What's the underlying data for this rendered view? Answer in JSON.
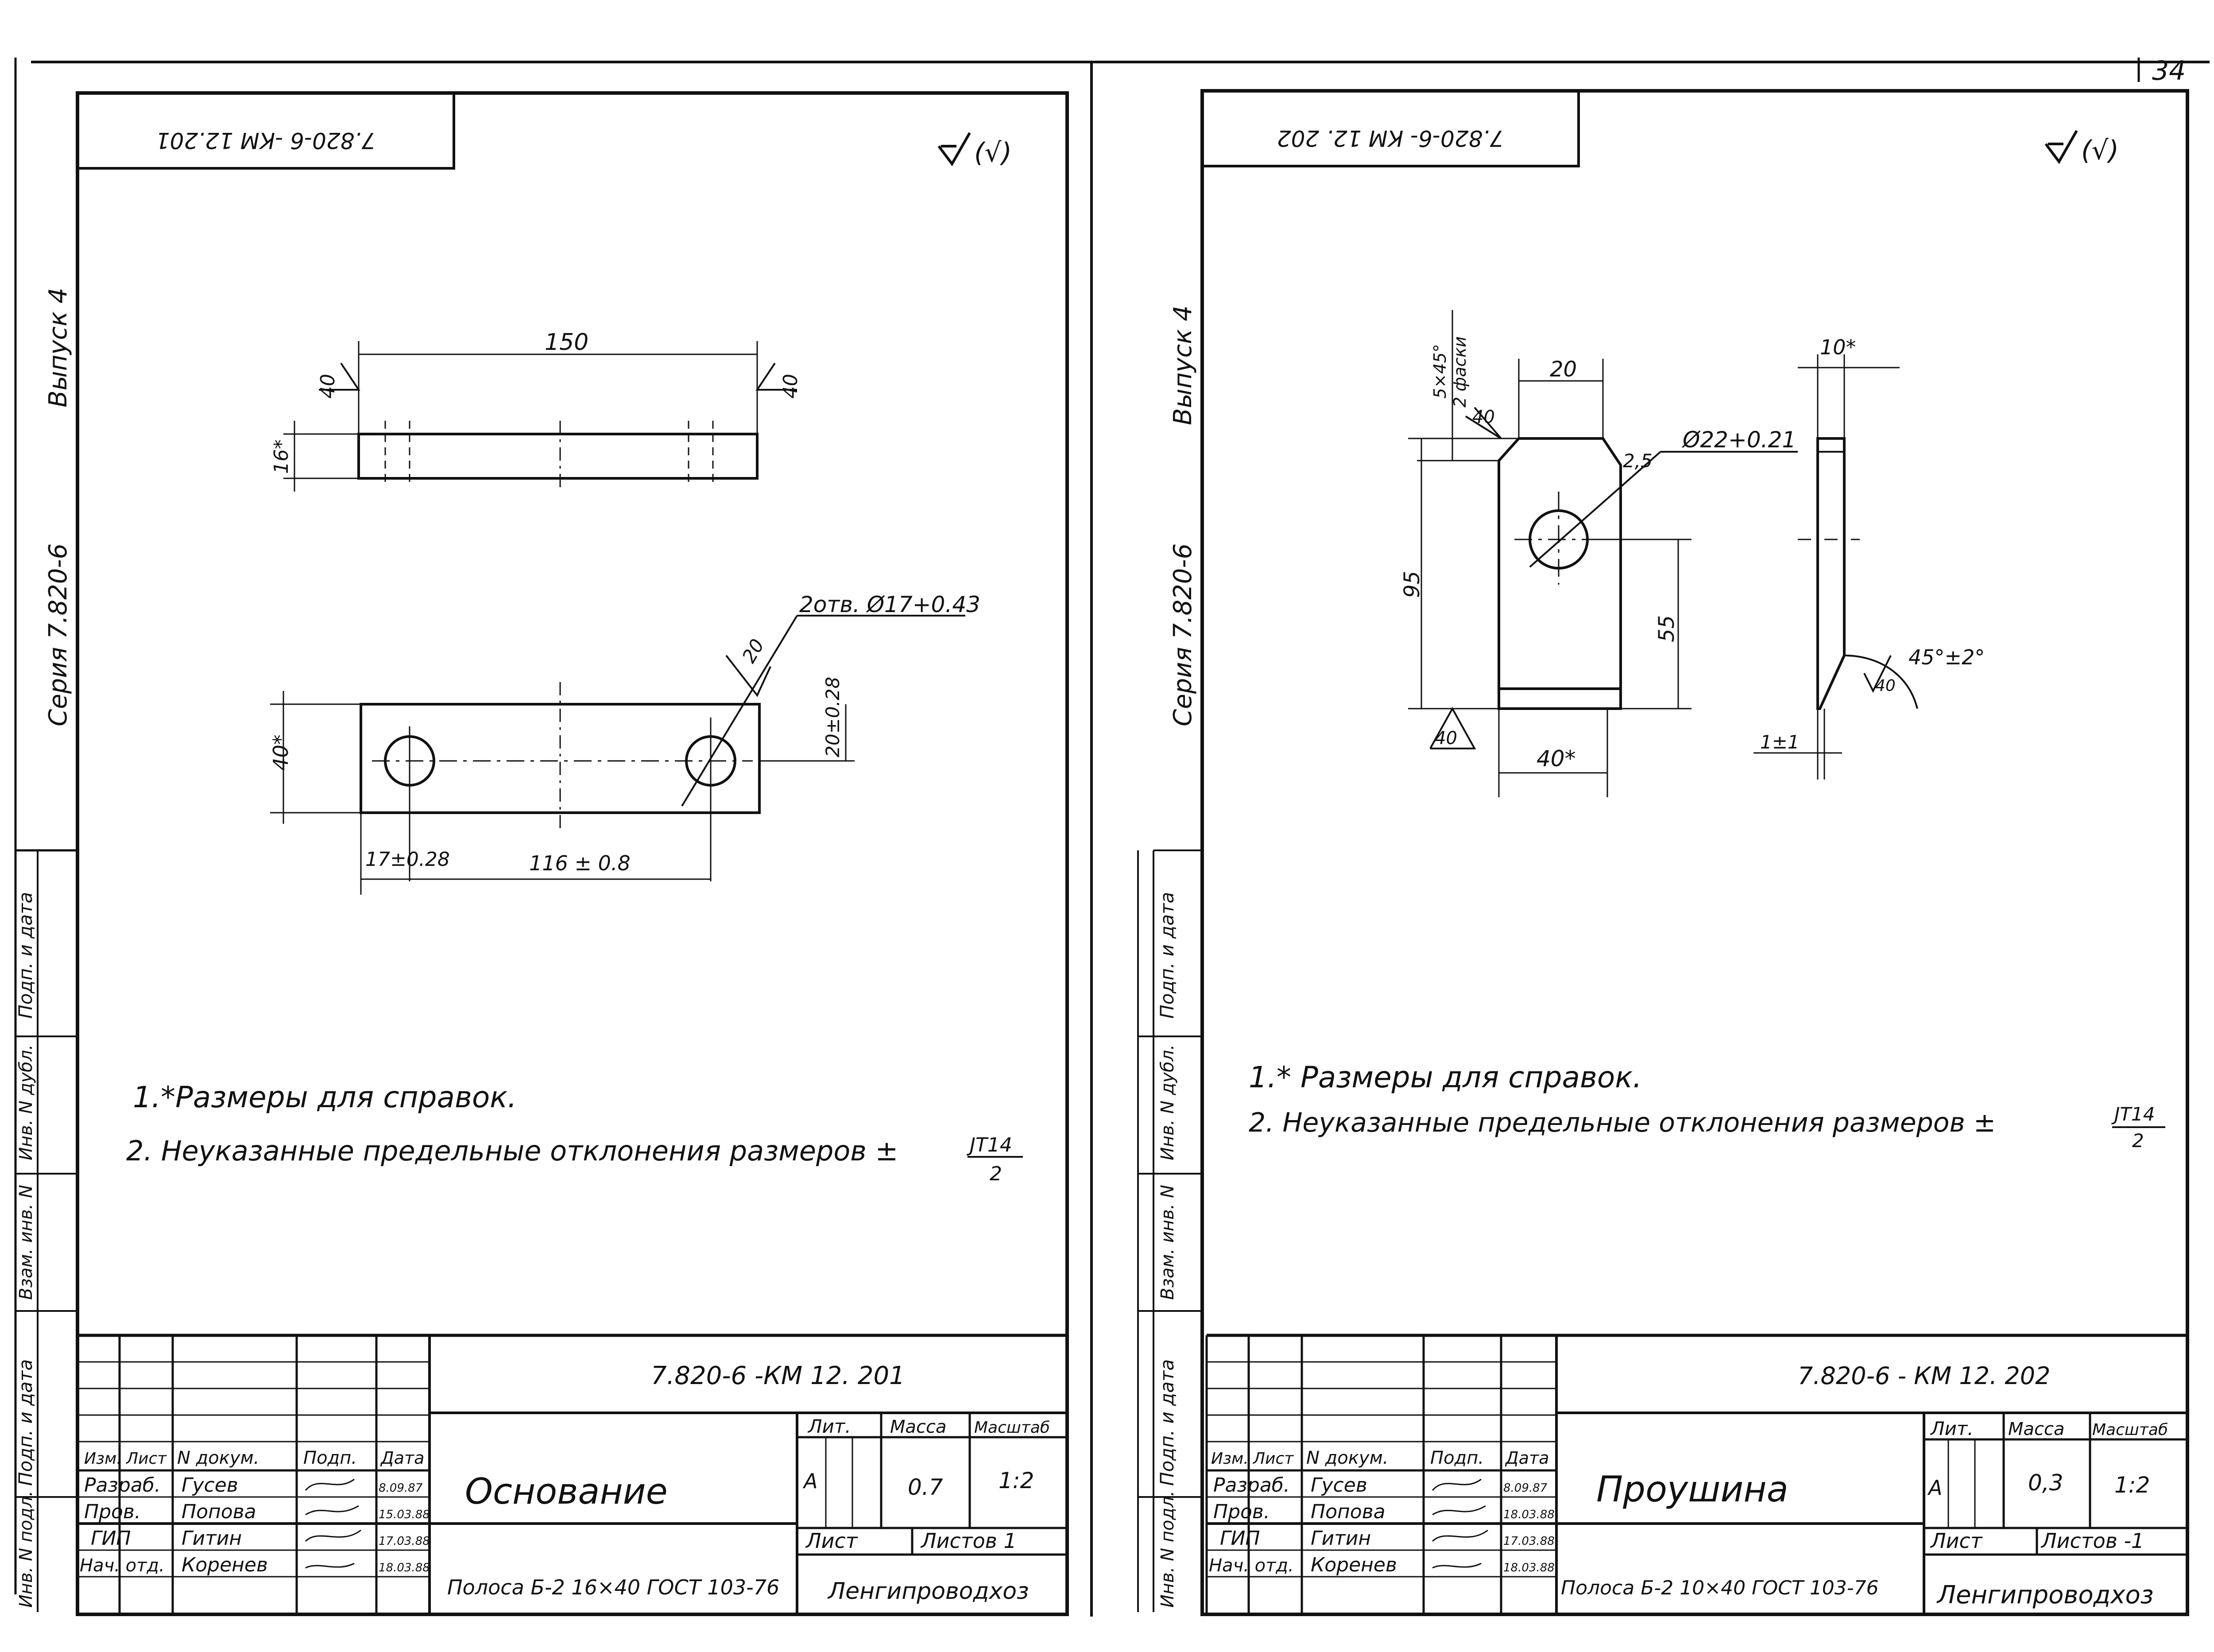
{
  "page_number": "34",
  "left": {
    "stamp": "7.820-6 -КМ 12.201",
    "roughness": "(√)",
    "side_series": "Серия 7.820-6",
    "side_issue": "Выпуск 4",
    "dims": {
      "len": "150",
      "angle_l": "40",
      "angle_r": "40",
      "thick": "16*",
      "holes": "2отв. Ø17+0.43",
      "hole_rough": "20",
      "width": "40*",
      "offset_y": "20±0.28",
      "offset_x": "17±0.28",
      "spacing": "116 ± 0.8"
    },
    "notes": [
      "1.*Размеры для справок.",
      "2. Неуказанные предельные отклонения размеров ±"
    ],
    "frac_num": "JT14",
    "frac_den": "2",
    "tb": {
      "code": "7.820-6 -КМ 12. 201",
      "headers": [
        "Изм.",
        "Лист",
        "N докум.",
        "Подп.",
        "Дата"
      ],
      "rows": [
        [
          "Разраб.",
          "Гусев",
          "8.09.87"
        ],
        [
          "Пров.",
          "Попова",
          "15.03.88"
        ],
        [
          "ГИП",
          "Гитин",
          "17.03.88"
        ],
        [
          "Нач. отд.",
          "Коренев",
          "18.03.88"
        ]
      ],
      "name": "Основание",
      "lit_h": "Лит.",
      "mass_h": "Масса",
      "scale_h": "Масштаб",
      "lit": "А",
      "mass": "0.7",
      "scale": "1:2",
      "sheet": "Лист",
      "sheets": "Листов 1",
      "material": "Полоса Б-2 16×40 ГОСТ 103-76",
      "org": "Ленгипроводхоз"
    }
  },
  "right": {
    "stamp": "7.820-6- КМ 12. 202",
    "roughness": "(√)",
    "side_series": "Серия 7.820-6",
    "side_issue": "Выпуск 4",
    "dims": {
      "chamfer": "5×45°",
      "chamfer2": "2 фаски",
      "top_w": "20",
      "r40": "40",
      "r25": "2,5",
      "hole": "Ø22+0.21",
      "height": "95",
      "center": "55",
      "base_rough": "40",
      "width": "40*",
      "thick": "10*",
      "angle": "45°±2°",
      "angle_rough": "40",
      "edge": "1±1"
    },
    "notes": [
      "1.* Размеры для справок.",
      "2. Неуказанные предельные отклонения размеров ±"
    ],
    "frac_num": "JT14",
    "frac_den": "2",
    "tb": {
      "code": "7.820-6 - КМ 12. 202",
      "headers": [
        "Изм.",
        "Лист",
        "N докум.",
        "Подп.",
        "Дата"
      ],
      "rows": [
        [
          "Разраб.",
          "Гусев",
          "8.09.87"
        ],
        [
          "Пров.",
          "Попова",
          "18.03.88"
        ],
        [
          "ГИП",
          "Гитин",
          "17.03.88"
        ],
        [
          "Нач. отд.",
          "Коренев",
          "18.03.88"
        ]
      ],
      "name": "Проушина",
      "lit_h": "Лит.",
      "mass_h": "Масса",
      "scale_h": "Масштаб",
      "lit": "А",
      "mass": "0,3",
      "scale": "1:2",
      "sheet": "Лист",
      "sheets": "Листов -1",
      "material": "Полоса Б-2 10×40 ГОСТ 103-76",
      "org": "Ленгипроводхоз"
    }
  },
  "side_stamp": [
    "Подп. и дата",
    "Инв. N дубл.",
    "Взам. инв. N",
    "Подп. и дата",
    "Инв. N подл."
  ]
}
